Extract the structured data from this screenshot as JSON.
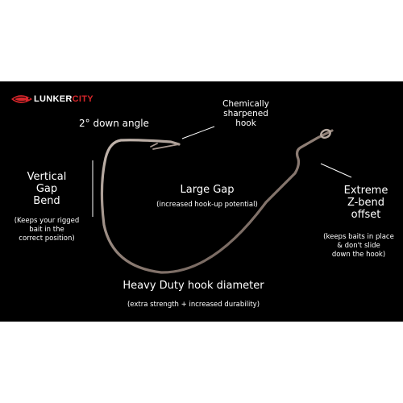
{
  "logo": {
    "name_part1": "LUNKER",
    "name_part2": "CITY",
    "icon": "fish-icon",
    "colors": {
      "accent": "#d7262b",
      "text": "#ffffff"
    }
  },
  "diagram": {
    "background": "#000000",
    "hook_color": "#9a8a82",
    "callouts": [
      {
        "id": "down-angle",
        "text": "2° down angle"
      },
      {
        "id": "sharpened",
        "lines": [
          "Chemically",
          "sharpened",
          "hook"
        ]
      },
      {
        "id": "vertical-gap-bend",
        "lines": [
          "Vertical",
          "Gap",
          "Bend"
        ],
        "note_lines": [
          "(Keeps your rigged",
          "bait in the",
          "correct position)"
        ]
      },
      {
        "id": "large-gap",
        "text": "Large Gap",
        "note": "(increased hook-up potential)"
      },
      {
        "id": "z-bend",
        "lines": [
          "Extreme",
          "Z-bend",
          "offset"
        ],
        "note_lines": [
          "(keeps baits in place",
          "& don't slide",
          "down the hook)"
        ]
      },
      {
        "id": "diameter",
        "text": "Heavy Duty hook diameter",
        "note": "(extra strength + increased durability)"
      }
    ]
  }
}
